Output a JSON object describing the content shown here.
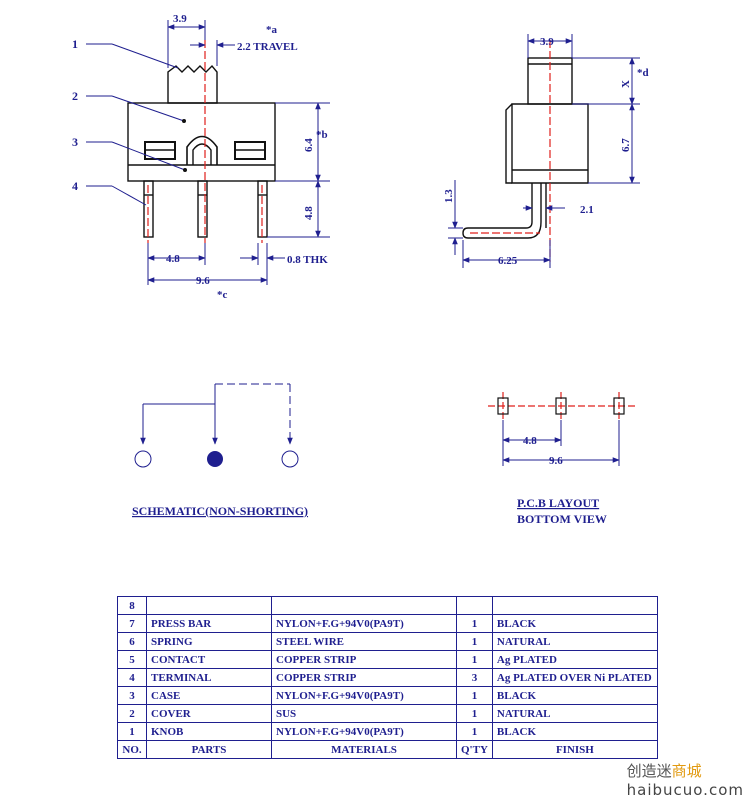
{
  "colors": {
    "line": "#1f1f8f",
    "center": "#e0201c",
    "black": "#111111"
  },
  "front_view": {
    "callouts": [
      "1",
      "2",
      "3",
      "4"
    ],
    "dims": {
      "knob_width": "3.9",
      "travel": "2.2 TRAVEL",
      "travel_note": "*a",
      "body_height": "6.4",
      "body_note": "*b",
      "pin_length": "4.8",
      "pitch": "4.8",
      "span": "9.6",
      "span_note": "*c",
      "thk": "0.8 THK"
    }
  },
  "side_view": {
    "dims": {
      "knob_width": "3.9",
      "knob_x": "X",
      "knob_note": "*d",
      "body_height": "6.7",
      "lead_height": "1.3",
      "lead_offset": "2.1",
      "lead_length": "6.25"
    }
  },
  "schematic": {
    "title": "SCHEMATIC(NON-SHORTING)"
  },
  "pcb": {
    "title": "P.C.B LAYOUT",
    "subtitle": "BOTTOM VIEW",
    "pitch": "4.8",
    "span": "9.6"
  },
  "bom": {
    "headers": [
      "NO.",
      "PARTS",
      "MATERIALS",
      "Q'TY",
      "FINISH"
    ],
    "rows": [
      [
        "8",
        "",
        "",
        "",
        ""
      ],
      [
        "7",
        "PRESS BAR",
        "NYLON+F.G+94V0(PA9T)",
        "1",
        "BLACK"
      ],
      [
        "6",
        "SPRING",
        "STEEL WIRE",
        "1",
        "NATURAL"
      ],
      [
        "5",
        "CONTACT",
        "COPPER STRIP",
        "1",
        "Ag PLATED"
      ],
      [
        "4",
        "TERMINAL",
        "COPPER STRIP",
        "3",
        "Ag PLATED OVER Ni PLATED"
      ],
      [
        "3",
        "CASE",
        "NYLON+F.G+94V0(PA9T)",
        "1",
        "BLACK"
      ],
      [
        "2",
        "COVER",
        "SUS",
        "1",
        "NATURAL"
      ],
      [
        "1",
        "KNOB",
        "NYLON+F.G+94V0(PA9T)",
        "1",
        "BLACK"
      ]
    ]
  },
  "watermark": {
    "line1": "创造迷",
    "line2": "商城",
    "line3": "haibucuo.com"
  }
}
